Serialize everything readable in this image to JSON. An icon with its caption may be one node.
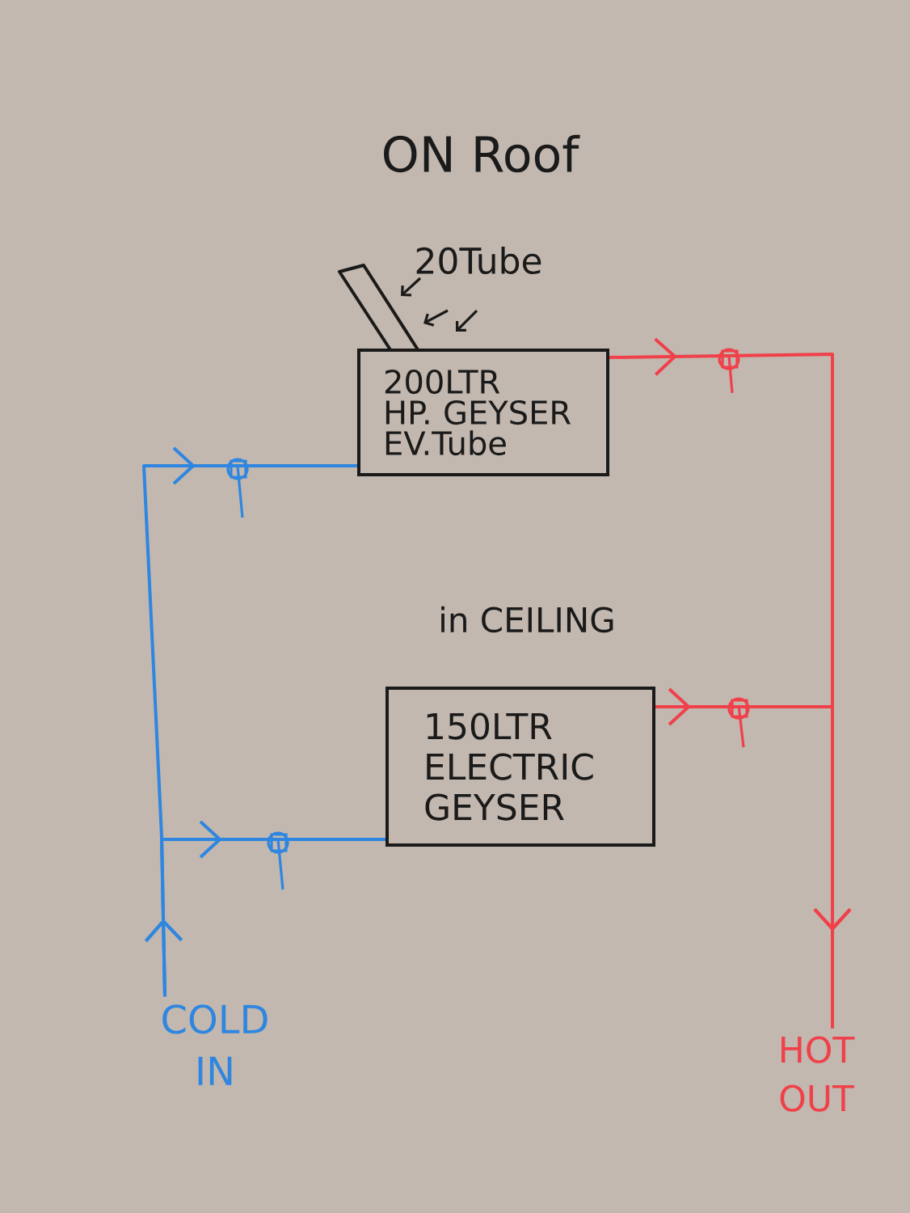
{
  "diagram": {
    "nodes": [
      {
        "text": [
          "200LTR",
          "HP. GEYSER EV.Tube"
        ]
      },
      {
        "text": [
          "150LTR",
          "ELECTRIC GEYSER"
        ]
      },
      {
        "text": [
          "COLD IN"
        ]
      },
      {
        "text": [
          "HOT OUT"
        ]
      }
    ],
    "edges": [
      {
        "from": 2,
        "to": 0,
        "arrow": "to",
        "color": "#2f86e0"
      },
      {
        "from": 2,
        "to": 1,
        "arrow": "to",
        "color": "#2f86e0"
      },
      {
        "from": 0,
        "to": 3,
        "arrow": "to",
        "color": "#f0404a"
      },
      {
        "from": 1,
        "to": 3,
        "arrow": "to",
        "color": "#f0404a"
      }
    ],
    "labels": [
      "ON Roof",
      "20Tube",
      "in CEILING"
    ]
  }
}
